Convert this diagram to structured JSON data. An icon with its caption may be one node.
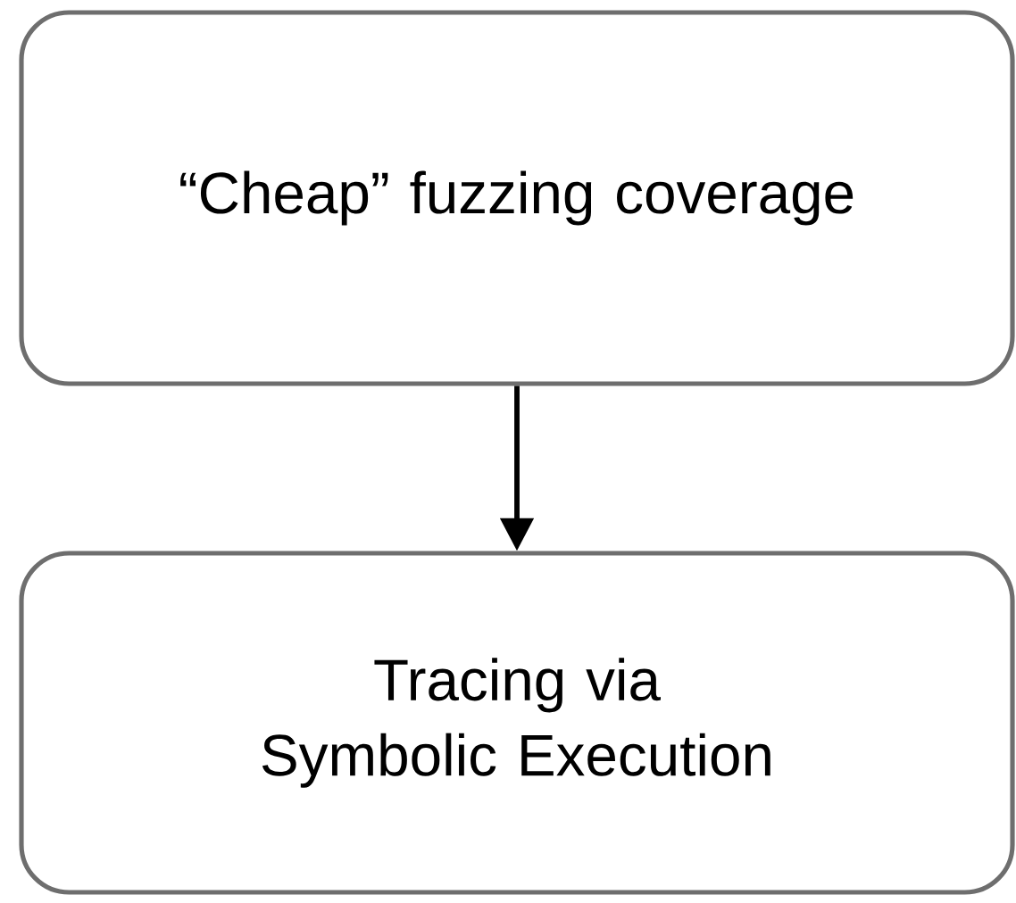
{
  "diagram": {
    "nodes": [
      {
        "text": [
          "“Cheap” fuzzing coverage"
        ]
      },
      {
        "text": [
          "Tracing via Symbolic Execution"
        ]
      }
    ],
    "edges": [
      {
        "from": 0,
        "to": 1,
        "arrow": "to"
      }
    ]
  }
}
